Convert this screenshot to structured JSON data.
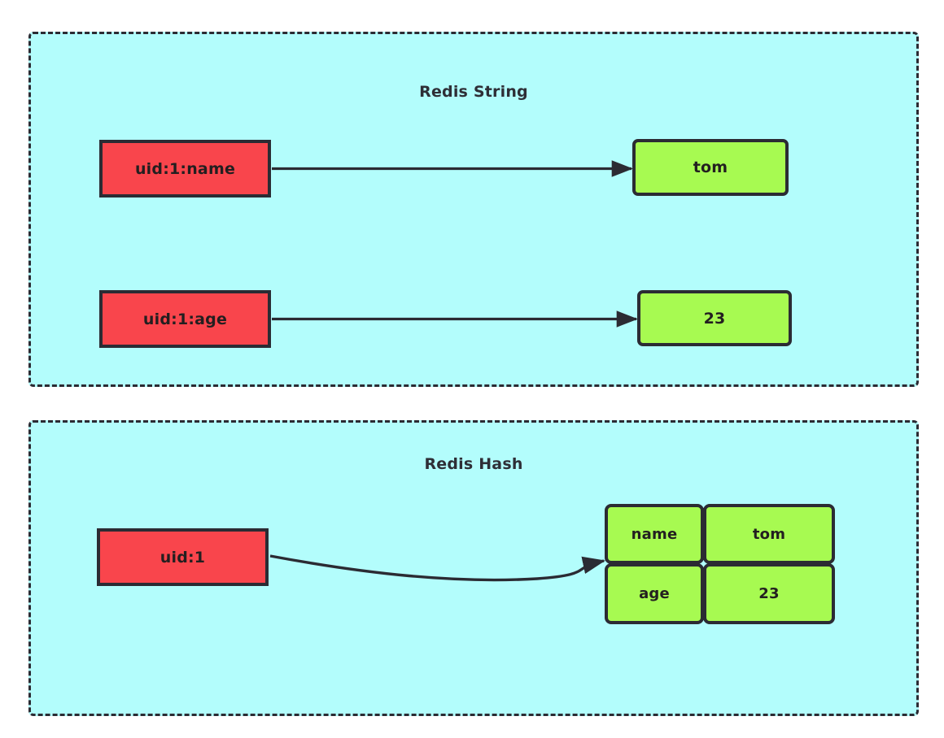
{
  "diagram": {
    "title_implicit": "Redis String vs Redis Hash data modelling",
    "background_color": "#ffffff",
    "panel_fill_color": "#b3fdfc",
    "panel_border_color": "#2b2b33",
    "key_color": "#f9454c",
    "value_color": "#a7fa51",
    "text_color": "#231f20",
    "arrow_color": "#2b2b33"
  },
  "panels": [
    {
      "id": "string",
      "title": "Redis String",
      "rows": [
        {
          "key": "uid:1:name",
          "value": "tom",
          "arrow": "straight-right"
        },
        {
          "key": "uid:1:age",
          "value": "23",
          "arrow": "straight-right"
        }
      ]
    },
    {
      "id": "hash",
      "title": "Redis Hash",
      "key": "uid:1",
      "arrow": "curved-right",
      "table": {
        "fields": [
          "name",
          "age"
        ],
        "values": [
          "tom",
          "23"
        ],
        "rows": [
          {
            "field": "name",
            "value": "tom"
          },
          {
            "field": "age",
            "value": "23"
          }
        ]
      }
    }
  ]
}
